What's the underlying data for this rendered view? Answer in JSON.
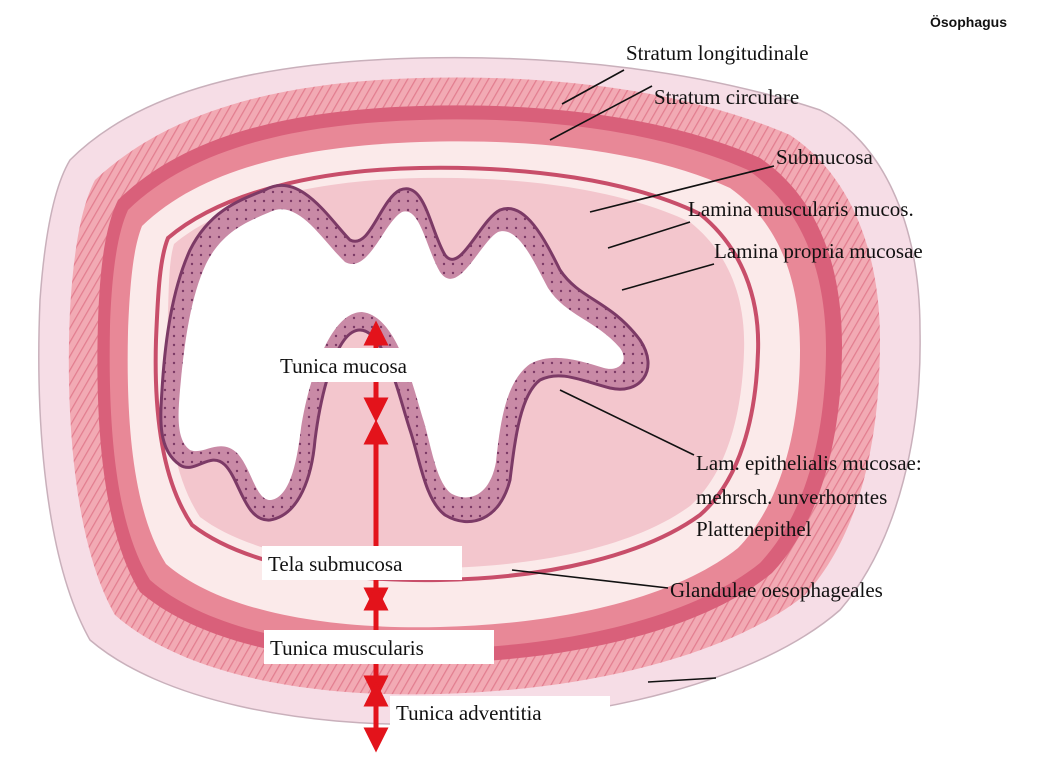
{
  "title": "Ösophagus",
  "labels": {
    "stratum_longitudinale": "Stratum longitudinale",
    "stratum_circulare": "Stratum circulare",
    "submucosa": "Submucosa",
    "lamina_muscularis_mucosae": "Lamina muscularis mucos.",
    "lamina_propria_mucosae": "Lamina propria mucosae",
    "lam_epithelialis_line1": "Lam. epithelialis mucosae:",
    "lam_epithelialis_line2": "mehrsch. unverhorntes",
    "lam_epithelialis_line3": "Plattenepithel",
    "glandulae_oesophageales": "Glandulae oesophageales"
  },
  "layers": {
    "tunica_mucosa": "Tunica mucosa",
    "tela_submucosa": "Tela submucosa",
    "tunica_muscularis": "Tunica muscularis",
    "tunica_adventitia": "Tunica adventitia"
  },
  "colors": {
    "adventitia": "#f6dde6",
    "muscle_outer": "#ee9aa8",
    "muscle_inner": "#d9607a",
    "submucosa": "#fbeaea",
    "lamina_propria": "#f3c6cd",
    "epithelium": "#c98aa6",
    "epithelium_dark": "#8f4f78",
    "lumen": "#ffffff",
    "arrow": "#e3131b"
  }
}
